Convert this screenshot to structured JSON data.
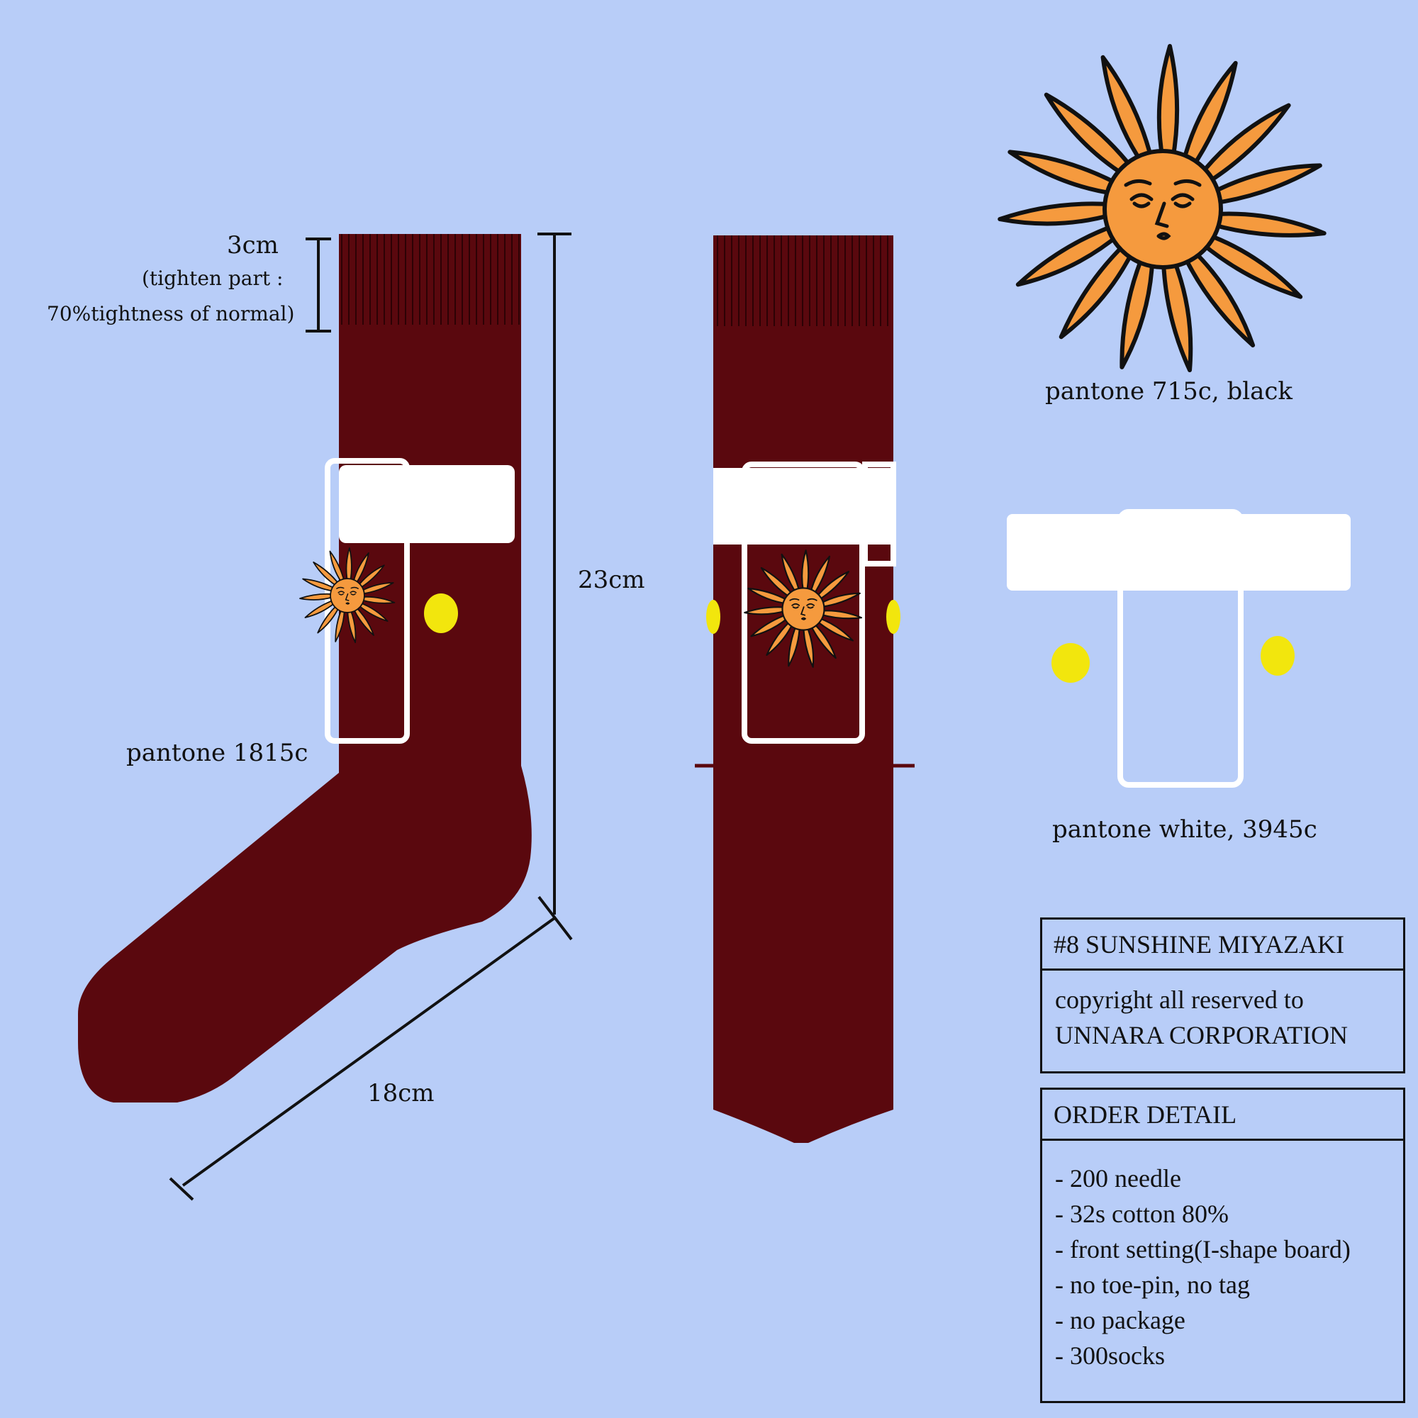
{
  "colors": {
    "background": "#b8cdf8",
    "sock": "#5a080e",
    "sun_orange": "#f59a3e",
    "dot_yellow": "#f2e60d",
    "white": "#ffffff",
    "line": "#111111"
  },
  "icons": [
    "sun-icon"
  ],
  "dimensions": {
    "cuff_height": "3cm",
    "cuff_note_1": "(tighten part :",
    "cuff_note_2": "70%tightness of normal)",
    "leg_length": "23cm",
    "foot_length": "18cm"
  },
  "color_labels": {
    "sock_color": "pantone 1815c",
    "sun_color": "pantone 715c, black",
    "band_color": "pantone white, 3945c"
  },
  "title_box": {
    "title": "#8 SUNSHINE MIYAZAKI",
    "copyright_line_1": "copyright all reserved to",
    "copyright_line_2": "UNNARA CORPORATION"
  },
  "order_box": {
    "heading": "ORDER DETAIL",
    "items": [
      "- 200 needle",
      "- 32s cotton 80%",
      "- front setting(I-shape board)",
      "- no toe-pin, no tag",
      "- no package",
      "- 300socks"
    ]
  }
}
